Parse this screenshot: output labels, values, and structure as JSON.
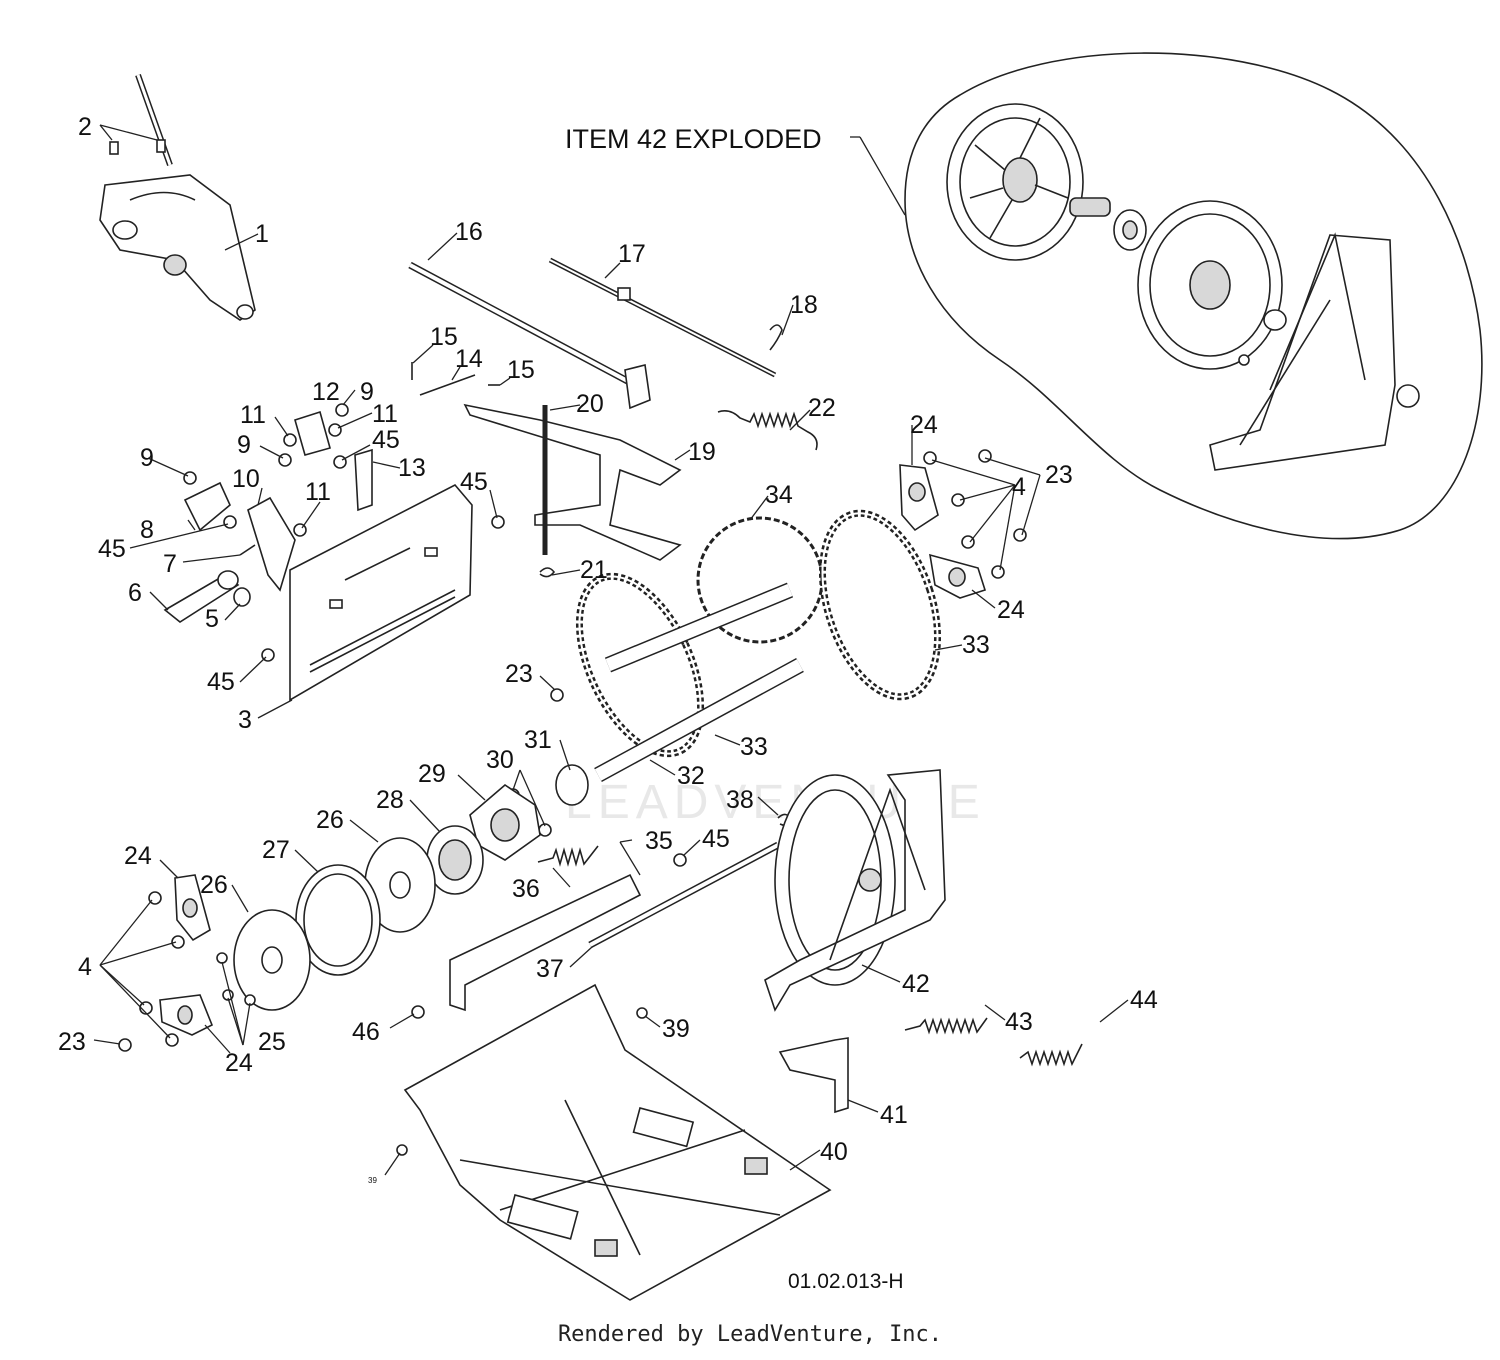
{
  "diagram": {
    "exploded_label": "ITEM 42 EXPLODED",
    "drawing_number": "01.02.013-H",
    "watermark": "LEADVENTURE",
    "callouts": {
      "c1": "1",
      "c2": "2",
      "c3": "3",
      "c4a": "4",
      "c4b": "4",
      "c5": "5",
      "c6": "6",
      "c7": "7",
      "c8": "8",
      "c9a": "9",
      "c9b": "9",
      "c9c": "9",
      "c10": "10",
      "c11a": "11",
      "c11b": "11",
      "c11c": "11",
      "c12": "12",
      "c13": "13",
      "c14": "14",
      "c15a": "15",
      "c15b": "15",
      "c16": "16",
      "c17": "17",
      "c18": "18",
      "c19": "19",
      "c20": "20",
      "c21": "21",
      "c22": "22",
      "c23a": "23",
      "c23b": "23",
      "c23c": "23",
      "c24a": "24",
      "c24b": "24",
      "c24c": "24",
      "c24d": "24",
      "c25": "25",
      "c26a": "26",
      "c26b": "26",
      "c27": "27",
      "c28": "28",
      "c29": "29",
      "c30": "30",
      "c31": "31",
      "c32": "32",
      "c33a": "33",
      "c33b": "33",
      "c34": "34",
      "c35": "35",
      "c36": "36",
      "c37": "37",
      "c38": "38",
      "c39a": "39",
      "c39b": "39",
      "c40": "40",
      "c41": "41",
      "c42": "42",
      "c43": "43",
      "c44": "44",
      "c45a": "45",
      "c45b": "45",
      "c45c": "45",
      "c45d": "45",
      "c45e": "45",
      "c46": "46"
    }
  },
  "footer": {
    "credit": "Rendered by LeadVenture, Inc."
  }
}
